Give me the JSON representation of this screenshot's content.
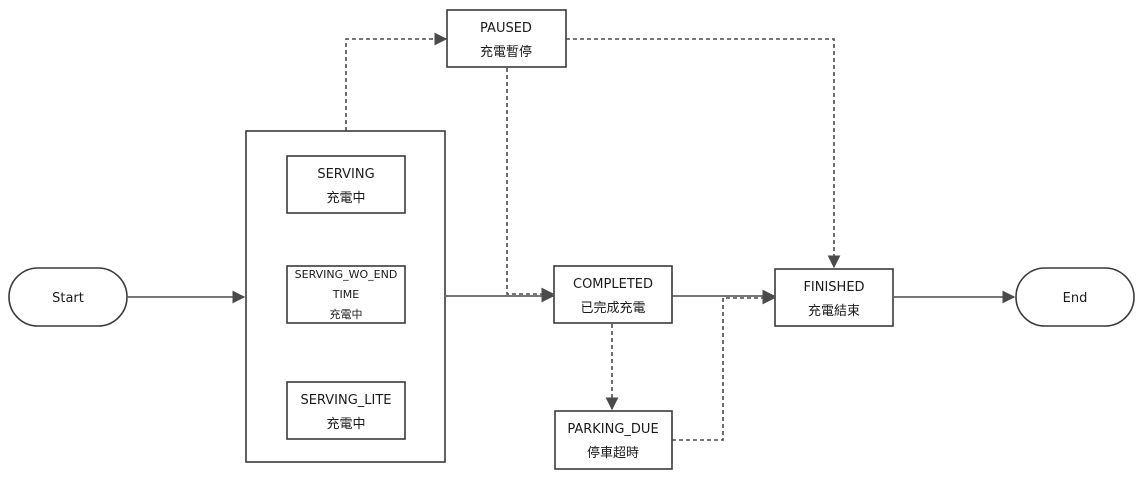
{
  "diagram": {
    "nodes": {
      "start": {
        "label": "Start"
      },
      "end": {
        "label": "End"
      },
      "paused": {
        "line1": "PAUSED",
        "line2": "充電暫停"
      },
      "serving": {
        "line1": "SERVING",
        "line2": "充電中"
      },
      "serving_wo_end": {
        "line1": "SERVING_WO_END",
        "line2": "TIME",
        "line3": "充電中"
      },
      "serving_lite": {
        "line1": "SERVING_LITE",
        "line2": "充電中"
      },
      "completed": {
        "line1": "COMPLETED",
        "line2": "已完成充電"
      },
      "parking_due": {
        "line1": "PARKING_DUE",
        "line2": "停車超時"
      },
      "finished": {
        "line1": "FINISHED",
        "line2": "充電結束"
      }
    },
    "edges": [
      {
        "from": "start",
        "to": "serving-group",
        "style": "solid"
      },
      {
        "from": "serving-group",
        "to": "paused",
        "style": "dashed"
      },
      {
        "from": "serving-group",
        "to": "completed",
        "style": "solid"
      },
      {
        "from": "paused",
        "to": "completed",
        "style": "dashed"
      },
      {
        "from": "paused",
        "to": "finished",
        "style": "dashed"
      },
      {
        "from": "completed",
        "to": "finished",
        "style": "solid"
      },
      {
        "from": "completed",
        "to": "parking_due",
        "style": "dashed"
      },
      {
        "from": "parking_due",
        "to": "finished",
        "style": "dashed"
      },
      {
        "from": "finished",
        "to": "end",
        "style": "solid"
      }
    ],
    "colors": {
      "stroke": "#3a3a3a",
      "edge": "#4a4a4a",
      "text": "#1a1a1a",
      "background": "#ffffff"
    }
  }
}
